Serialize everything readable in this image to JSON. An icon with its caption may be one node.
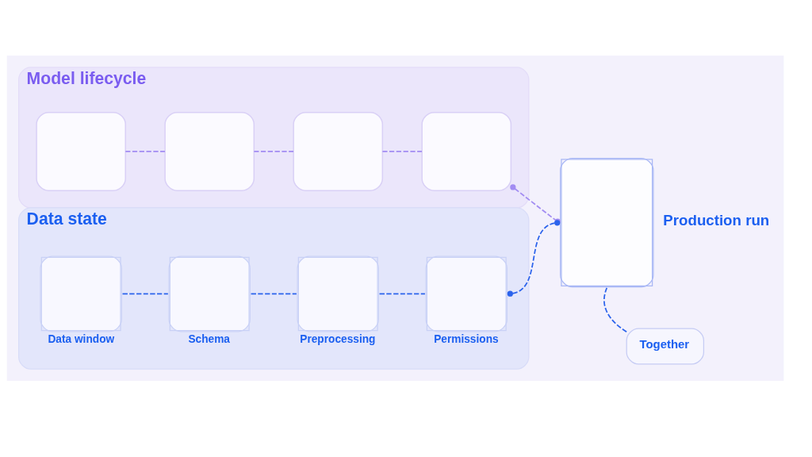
{
  "diagram": {
    "nodes": [
      {
        "text": [
          "Model lifecycle"
        ]
      },
      {
        "text": [],
        "shape": "box",
        "in": 0
      },
      {
        "text": [],
        "shape": "box",
        "in": 0
      },
      {
        "text": [],
        "shape": "box",
        "in": 0
      },
      {
        "text": [],
        "shape": "box",
        "in": 0
      },
      {
        "text": [
          "Data state"
        ]
      },
      {
        "text": [
          "Data window"
        ],
        "in": 5
      },
      {
        "text": [
          "Schema"
        ],
        "in": 5
      },
      {
        "text": [
          "Preprocessing"
        ],
        "in": 5
      },
      {
        "text": [
          "Permissions"
        ],
        "in": 5
      },
      {
        "text": [
          "Production run"
        ]
      },
      {
        "text": [
          "Together"
        ]
      }
    ],
    "edges": [
      {
        "from": 1,
        "to": 2,
        "arrow": "none",
        "style": "dashed",
        "color": "#a28cf2"
      },
      {
        "from": 2,
        "to": 3,
        "arrow": "none",
        "style": "dashed",
        "color": "#a28cf2"
      },
      {
        "from": 3,
        "to": 4,
        "arrow": "none",
        "style": "dashed",
        "color": "#a28cf2"
      },
      {
        "from": 4,
        "to": 10,
        "arrow": "other",
        "style": "dashed",
        "color": "#a28cf2"
      },
      {
        "from": 6,
        "to": 7,
        "arrow": "none",
        "style": "dashed"
      },
      {
        "from": 7,
        "to": 8,
        "arrow": "none",
        "style": "dashed"
      },
      {
        "from": 8,
        "to": 9,
        "arrow": "none",
        "style": "dashed"
      },
      {
        "from": 9,
        "to": 10,
        "arrow": "other",
        "style": "dashed"
      },
      {
        "from": 10,
        "to": 11,
        "arrow": "none",
        "style": "dashed"
      }
    ]
  }
}
